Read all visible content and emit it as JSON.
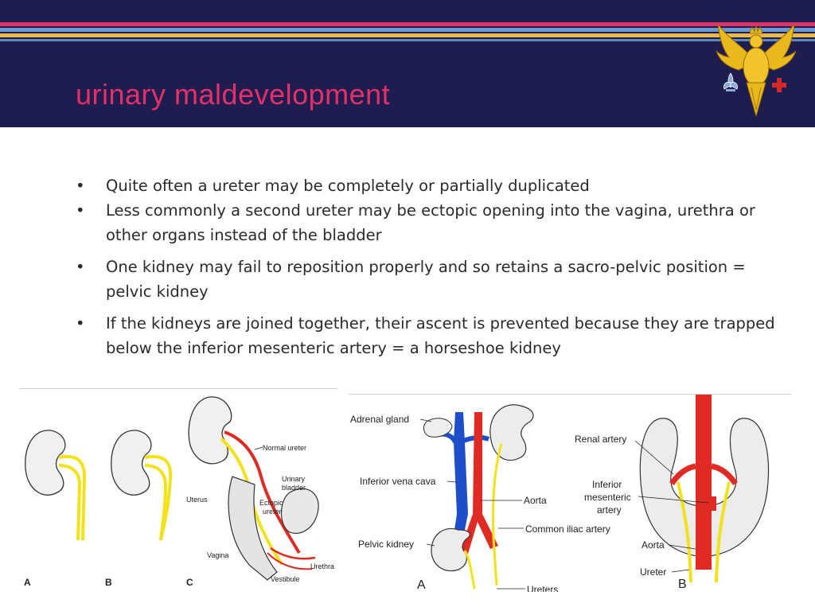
{
  "slide": {
    "title": "urinary maldevelopment",
    "bullets": [
      "Quite often a ureter may be completely or partially duplicated",
      "Less commonly a second ureter may be ectopic opening into the vagina, urethra or other organs instead of the bladder",
      "One kidney may fail to reposition properly and so retains a sacro-pelvic position  = pelvic kidney",
      "If the kidneys are joined together, their ascent is prevented because they are trapped below the inferior mesenteric artery = a horseshoe kidney"
    ],
    "bullet_char": "•"
  },
  "figure_left": {
    "panel_labels": [
      "A",
      "B",
      "C"
    ],
    "labels": {
      "normal_ureter": "Normal ureter",
      "urinary_bladder_1": "Urinary",
      "urinary_bladder_2": "bladder",
      "uterus": "Uterus",
      "ectopic_ureter_1": "Ectopic",
      "ectopic_ureter_2": "ureter",
      "vagina": "Vagina",
      "urethra": "Urethra",
      "vestibule": "Vestibule"
    }
  },
  "figure_right": {
    "panel_labels": [
      "A",
      "B"
    ],
    "labels": {
      "adrenal_gland": "Adrenal gland",
      "inferior_vena_cava": "Inferior vena cava",
      "aorta_a": "Aorta",
      "common_iliac_artery": "Common iliac artery",
      "pelvic_kidney": "Pelvic kidney",
      "ureters": "Ureters",
      "renal_artery": "Renal artery",
      "inferior_mesenteric_1": "Inferior",
      "inferior_mesenteric_2": "mesenteric",
      "inferior_mesenteric_3": "artery",
      "aorta_b": "Aorta",
      "ureter_b": "Ureter"
    }
  },
  "colors": {
    "header_bg": "#1f1d4f",
    "title": "#e4306a",
    "ureter_yellow": "#f2e21a",
    "artery_red": "#e02a24",
    "vein_blue": "#1f4fc8"
  }
}
